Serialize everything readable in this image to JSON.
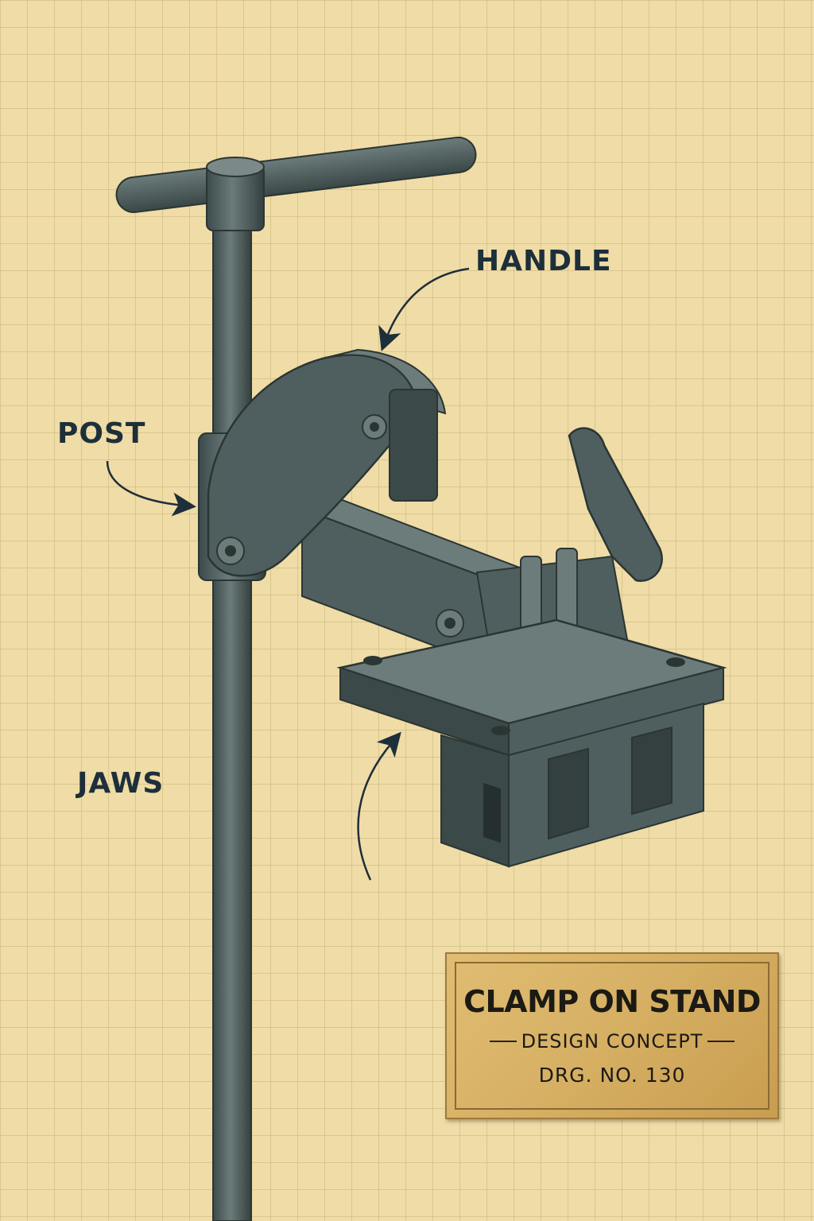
{
  "callouts": {
    "handle": "HANDLE",
    "post": "POST",
    "jaws": "JAWS"
  },
  "title_block": {
    "title": "CLAMP ON STAND",
    "subtitle": "DESIGN CONCEPT",
    "drawing_no": "DRG. NO. 130"
  },
  "colors": {
    "paper": "#efdca6",
    "grid": "#d8c58d",
    "metal": "#4f5f60",
    "metal_light": "#6c7c7b",
    "metal_dark": "#33403f",
    "ink": "#1d2f3a",
    "plate": "#d6af63"
  }
}
